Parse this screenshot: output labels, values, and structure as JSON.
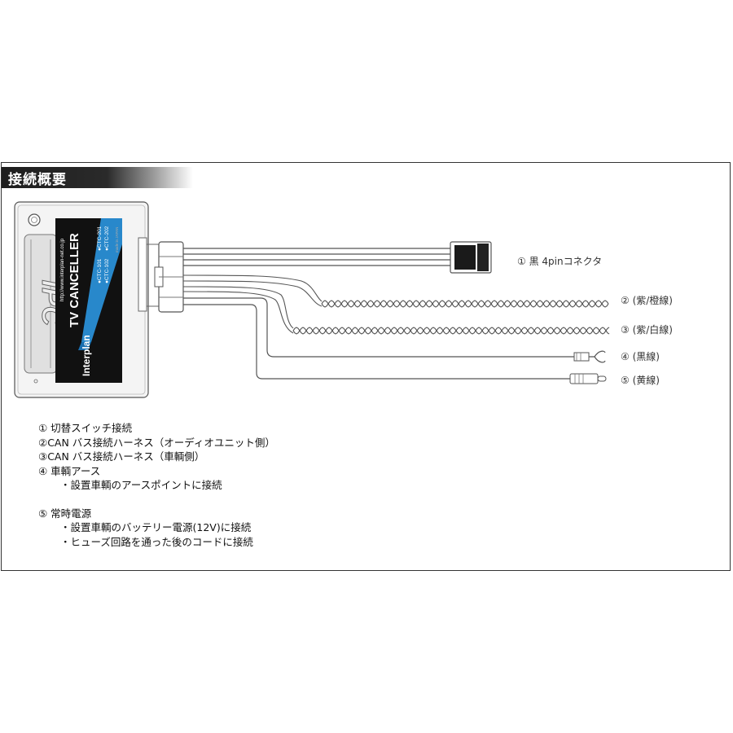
{
  "title": "接続概要",
  "device": {
    "brand": "Interplan",
    "product": "TV CANCELLER",
    "url": "http://www.interplan-net.co.jp",
    "models": [
      "●CTC-101",
      "●CTC-102",
      "●CTC-201",
      "●CTC-202"
    ],
    "made_in": "made in JAPAN",
    "logo_text": "IPC"
  },
  "callouts": [
    "①  黒  4pinコネクタ",
    "②  (紫/橙線)",
    "③   (紫/白線)",
    "④   (黒線)",
    "⑤   (黄線)"
  ],
  "notes": [
    {
      "text": "①  切替スイッチ接続",
      "indent": false
    },
    {
      "text": "②CAN バス接続ハーネス（オーディオユニット側）",
      "indent": false
    },
    {
      "text": "③CAN バス接続ハーネス（車輌側）",
      "indent": false
    },
    {
      "text": "④  車輌アース",
      "indent": false
    },
    {
      "text": "・設置車輌のアースポイントに接続",
      "indent": true
    },
    {
      "text": "",
      "indent": false
    },
    {
      "text": "⑤  常時電源",
      "indent": false
    },
    {
      "text": "・設置車輌のバッテリー電源(12V)に接続",
      "indent": true
    },
    {
      "text": "・ヒューズ回路を通った後のコードに接続",
      "indent": true
    }
  ],
  "colors": {
    "frame": "#333333",
    "device_label_bg": "#111111",
    "accent_blue": "#2a8fd6",
    "wire": "#555555"
  }
}
